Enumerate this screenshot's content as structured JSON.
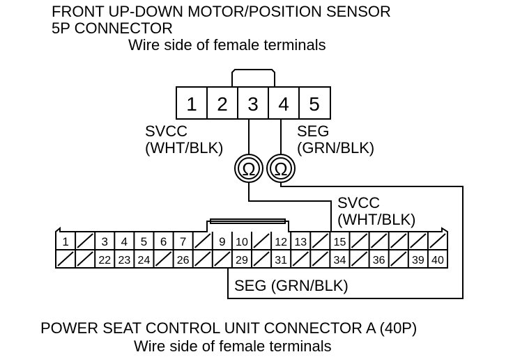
{
  "top_connector": {
    "title_line1": "FRONT UP-DOWN MOTOR/POSITION SENSOR",
    "title_line2": "5P CONNECTOR",
    "subtitle": "Wire side of female terminals",
    "pins": [
      "1",
      "2",
      "3",
      "4",
      "5"
    ]
  },
  "meters": [
    {
      "symbol": "Ω",
      "icon": "ohmmeter-icon"
    },
    {
      "symbol": "Ω",
      "icon": "ohmmeter-icon"
    }
  ],
  "labels": {
    "svcc_top_line1": "SVCC",
    "svcc_top_line2": "(WHT/BLK)",
    "seg_top_line1": "SEG",
    "seg_top_line2": "(GRN/BLK)",
    "svcc_bottom_line1": "SVCC",
    "svcc_bottom_line2": "(WHT/BLK)",
    "seg_bottom": "SEG (GRN/BLK)"
  },
  "bottom_connector": {
    "title": "POWER SEAT CONTROL UNIT CONNECTOR A (40P)",
    "subtitle": "Wire side of female terminals",
    "row1": [
      "1",
      "",
      "3",
      "4",
      "5",
      "6",
      "7",
      "",
      "9",
      "10",
      "",
      "12",
      "13",
      "",
      "15",
      "",
      "",
      "",
      "",
      ""
    ],
    "row2": [
      "",
      "",
      "22",
      "23",
      "24",
      "",
      "26",
      "",
      "",
      "29",
      "",
      "31",
      "",
      "",
      "34",
      "",
      "36",
      "",
      "39",
      "40"
    ]
  }
}
